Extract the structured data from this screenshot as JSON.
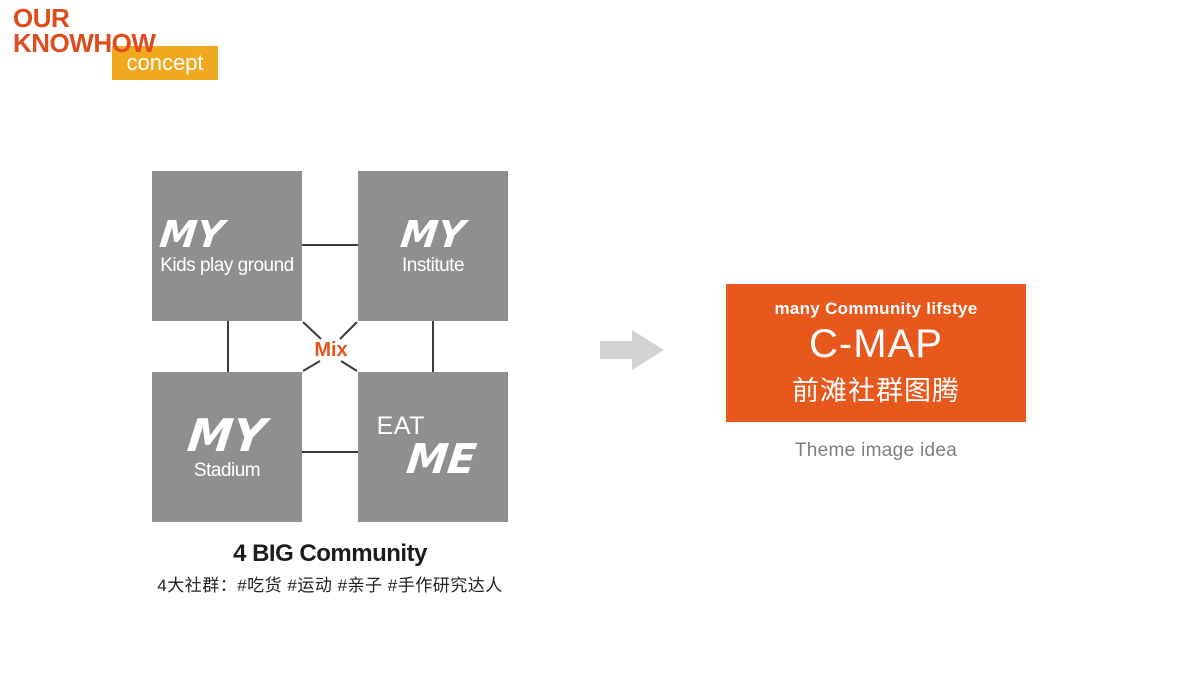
{
  "header": {
    "brand_line1": "OUR",
    "brand_line2": "KNOWHOW",
    "badge_label": "concept"
  },
  "diagram": {
    "squares": [
      {
        "script": "MY",
        "label": "Kids play ground"
      },
      {
        "script": "MY",
        "label": "Institute"
      },
      {
        "script": "MY",
        "label": "Stadium"
      },
      {
        "pre_label": "EAT",
        "script": "ME"
      }
    ],
    "mix_label": "Mix",
    "caption_en": "4 BIG Community",
    "caption_zh": "4大社群：#吃货 #运动 #亲子 #手作研究达人"
  },
  "flow": {
    "arrow_icon": "right-block-arrow"
  },
  "result_card": {
    "subtitle": "many Community lifstye",
    "title": "C-MAP",
    "title_zh": "前滩社群图腾",
    "caption": "Theme image idea"
  },
  "colors": {
    "brand_orange": "#E04B1E",
    "badge_amber": "#F0A81E",
    "square_gray": "#8F8F8F",
    "connector_dark": "#3B3B3B",
    "mix_orange": "#E8521C",
    "arrow_gray": "#D2D2D2",
    "card_orange": "#E8571C",
    "caption_gray": "#7E7E7E",
    "text_dark": "#1C1C1C"
  }
}
